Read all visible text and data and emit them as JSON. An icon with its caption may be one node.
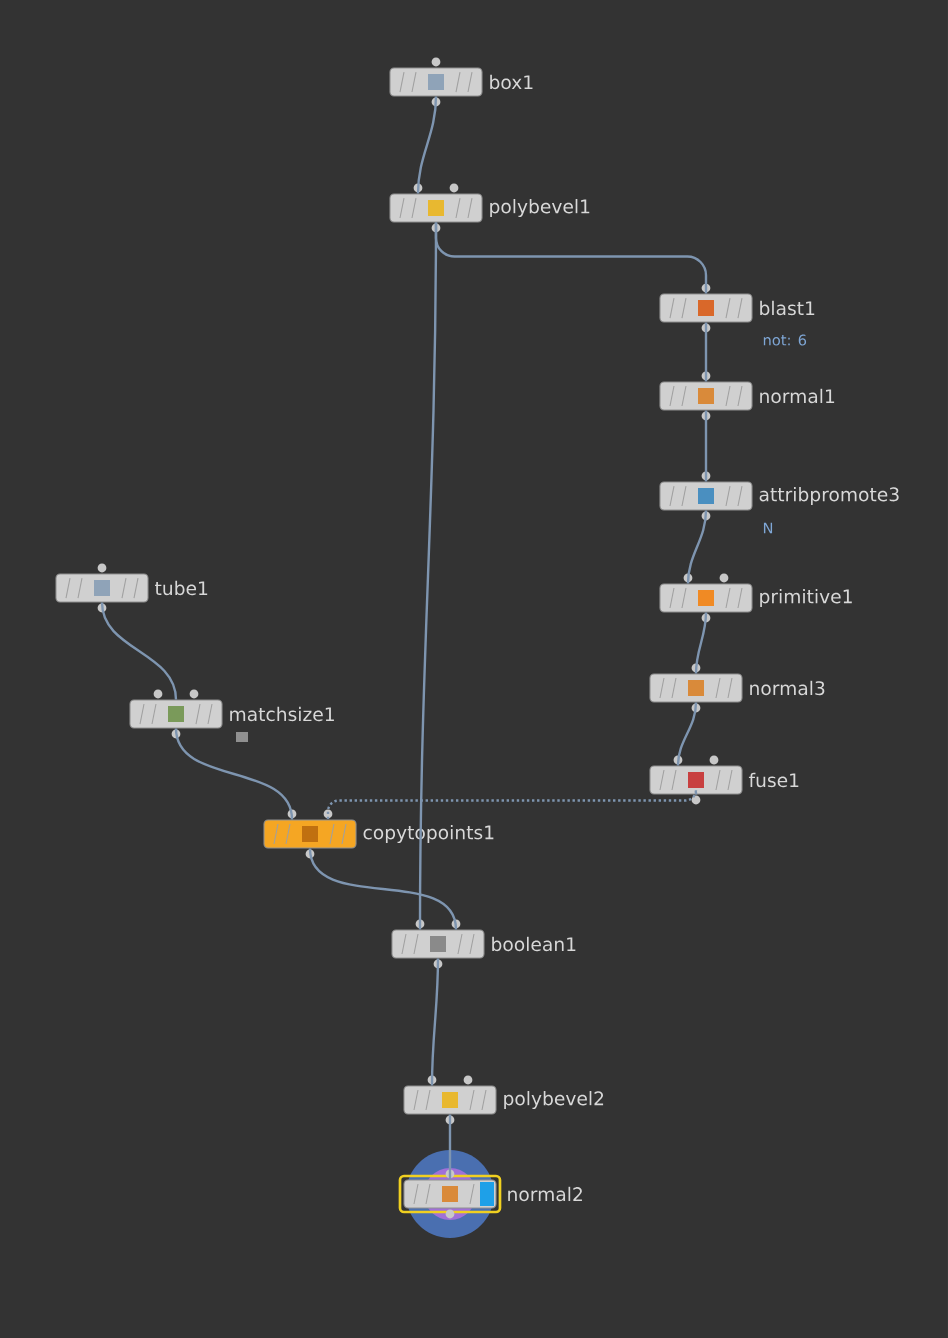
{
  "diagram": {
    "nodes": [
      {
        "text": [
          "box1"
        ]
      },
      {
        "text": [
          "polybevel1"
        ]
      },
      {
        "text": [
          "blast1"
        ],
        "beside": [
          "not: 6"
        ]
      },
      {
        "text": [
          "normal1"
        ]
      },
      {
        "text": [
          "attribpromote3"
        ],
        "beside": [
          "N"
        ]
      },
      {
        "text": [
          "primitive1"
        ]
      },
      {
        "text": [
          "normal3"
        ]
      },
      {
        "text": [
          "fuse1"
        ]
      },
      {
        "text": [
          "tube1"
        ]
      },
      {
        "text": [
          "matchsize1"
        ]
      },
      {
        "text": [
          "copytopoints1"
        ]
      },
      {
        "text": [
          "boolean1"
        ]
      },
      {
        "text": [
          "polybevel2"
        ]
      },
      {
        "text": [
          "normal2"
        ]
      }
    ],
    "edges": [
      {
        "from": 0,
        "to": 1,
        "arrow": "none"
      },
      {
        "from": 1,
        "to": 2,
        "arrow": "none"
      },
      {
        "from": 2,
        "to": 3,
        "arrow": "none"
      },
      {
        "from": 3,
        "to": 4,
        "arrow": "none"
      },
      {
        "from": 4,
        "to": 5,
        "arrow": "none"
      },
      {
        "from": 5,
        "to": 6,
        "arrow": "none"
      },
      {
        "from": 6,
        "to": 7,
        "arrow": "none"
      },
      {
        "from": 8,
        "to": 9,
        "arrow": "none"
      },
      {
        "from": 9,
        "to": 10,
        "arrow": "none"
      },
      {
        "from": 7,
        "to": 10,
        "arrow": "none",
        "style": "dashed"
      },
      {
        "from": 10,
        "to": 11,
        "arrow": "none"
      },
      {
        "from": 1,
        "to": 11,
        "arrow": "none"
      },
      {
        "from": 11,
        "to": 12,
        "arrow": "none"
      },
      {
        "from": 12,
        "to": 13,
        "arrow": "none"
      }
    ]
  }
}
